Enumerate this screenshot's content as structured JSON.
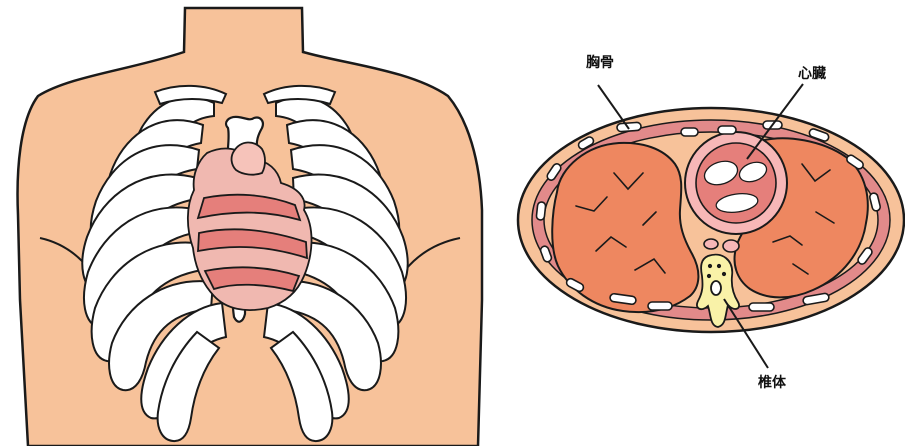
{
  "labels": {
    "sternum": "胸骨",
    "heart": "心臓",
    "vertebra": "椎体"
  },
  "colors": {
    "skin": "#F7C29A",
    "outline": "#1A1A1A",
    "bone": "#FFFFFF",
    "heart_fill": "#F0B8B0",
    "heart_stripe": "#E57F7B",
    "lung": "#EE8760",
    "pleura_band": "#E28A8A",
    "vertebra": "#F9F2A8",
    "heart_ring": "#F7B7B7"
  },
  "icons": {
    "left_figure": "chest-with-ribcage-and-heart",
    "right_figure": "thorax-cross-section"
  }
}
